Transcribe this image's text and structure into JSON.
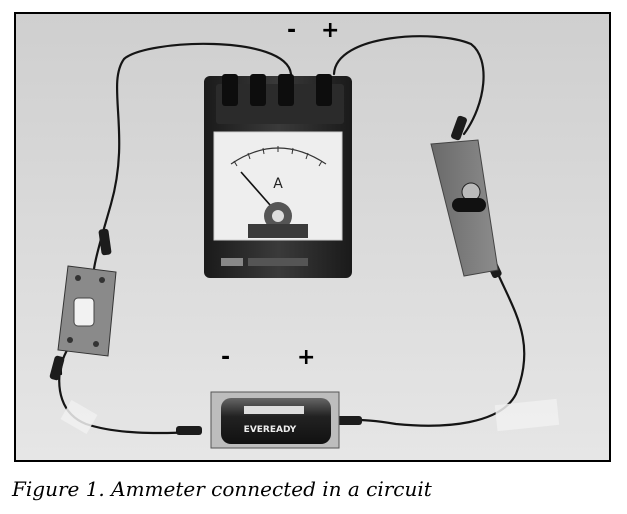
{
  "figure": {
    "caption": "Figure 1. Ammeter connected in a circuit",
    "meter_terminal_labels": {
      "minus": "-",
      "plus": "+"
    },
    "battery_terminal_labels": {
      "minus": "-",
      "plus": "+"
    },
    "meter_dial_symbol": "A",
    "battery_brand": "EVEREADY"
  }
}
